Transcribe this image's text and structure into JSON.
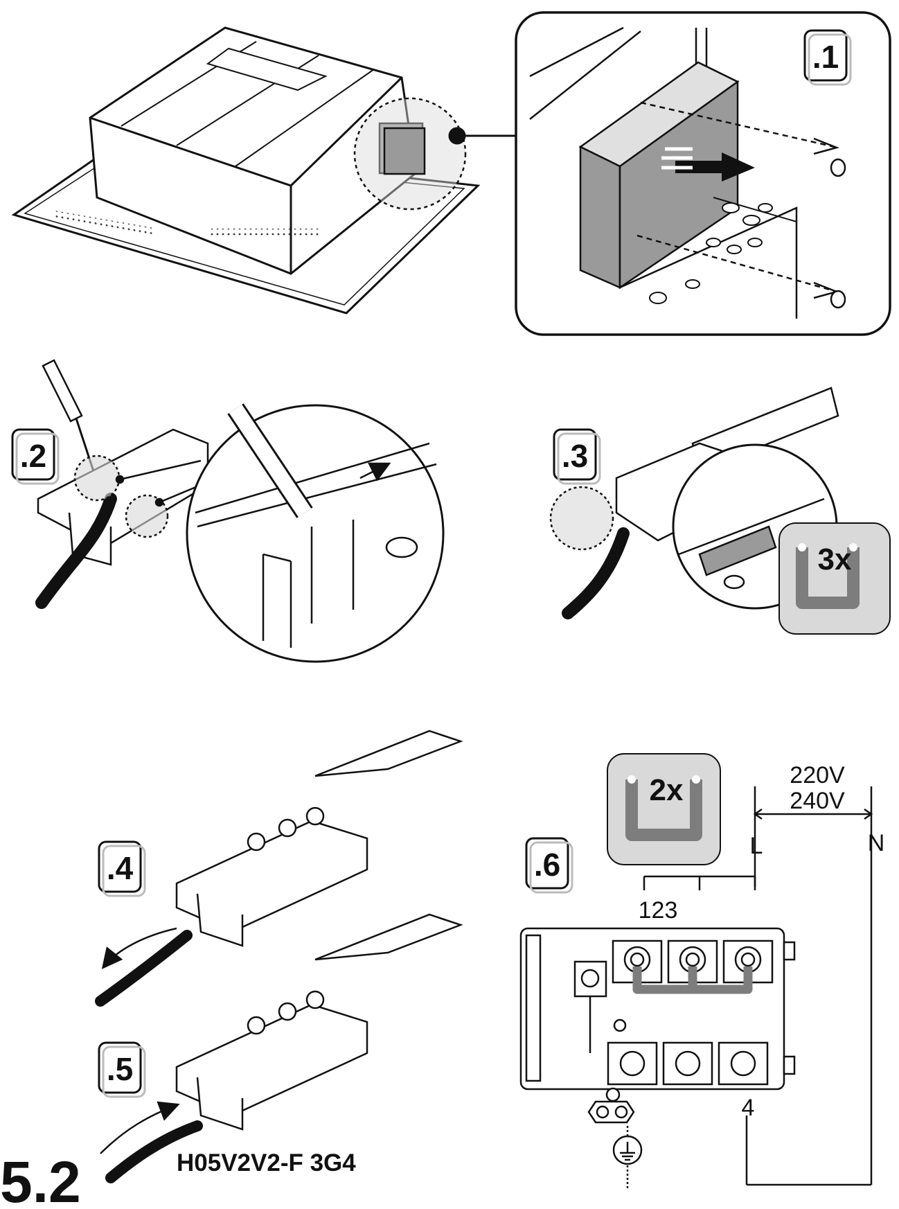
{
  "figure_label": "5.2",
  "steps": {
    "s1": ".1",
    "s2": ".2",
    "s3": ".3",
    "s4": ".4",
    "s5": ".5",
    "s6": ".6"
  },
  "bridges": {
    "step3_count": "3x",
    "step6_count": "2x"
  },
  "wiring": {
    "voltage_top": "220V",
    "voltage_bottom": "240V",
    "live": "L",
    "neutral": "N",
    "terminals_top": "123",
    "terminal_bottom": "4"
  },
  "cable_spec": "H05V2V2-F 3G4",
  "colors": {
    "line": "#111111",
    "panel_gray": "#d9d9d9",
    "module_gray": "#9a9a9a",
    "bridge_gray": "#7d7d7d"
  },
  "icons": [
    "screwdriver-icon",
    "screw-icon",
    "bridge-icon",
    "earth-ground-icon",
    "arrow-icon"
  ]
}
